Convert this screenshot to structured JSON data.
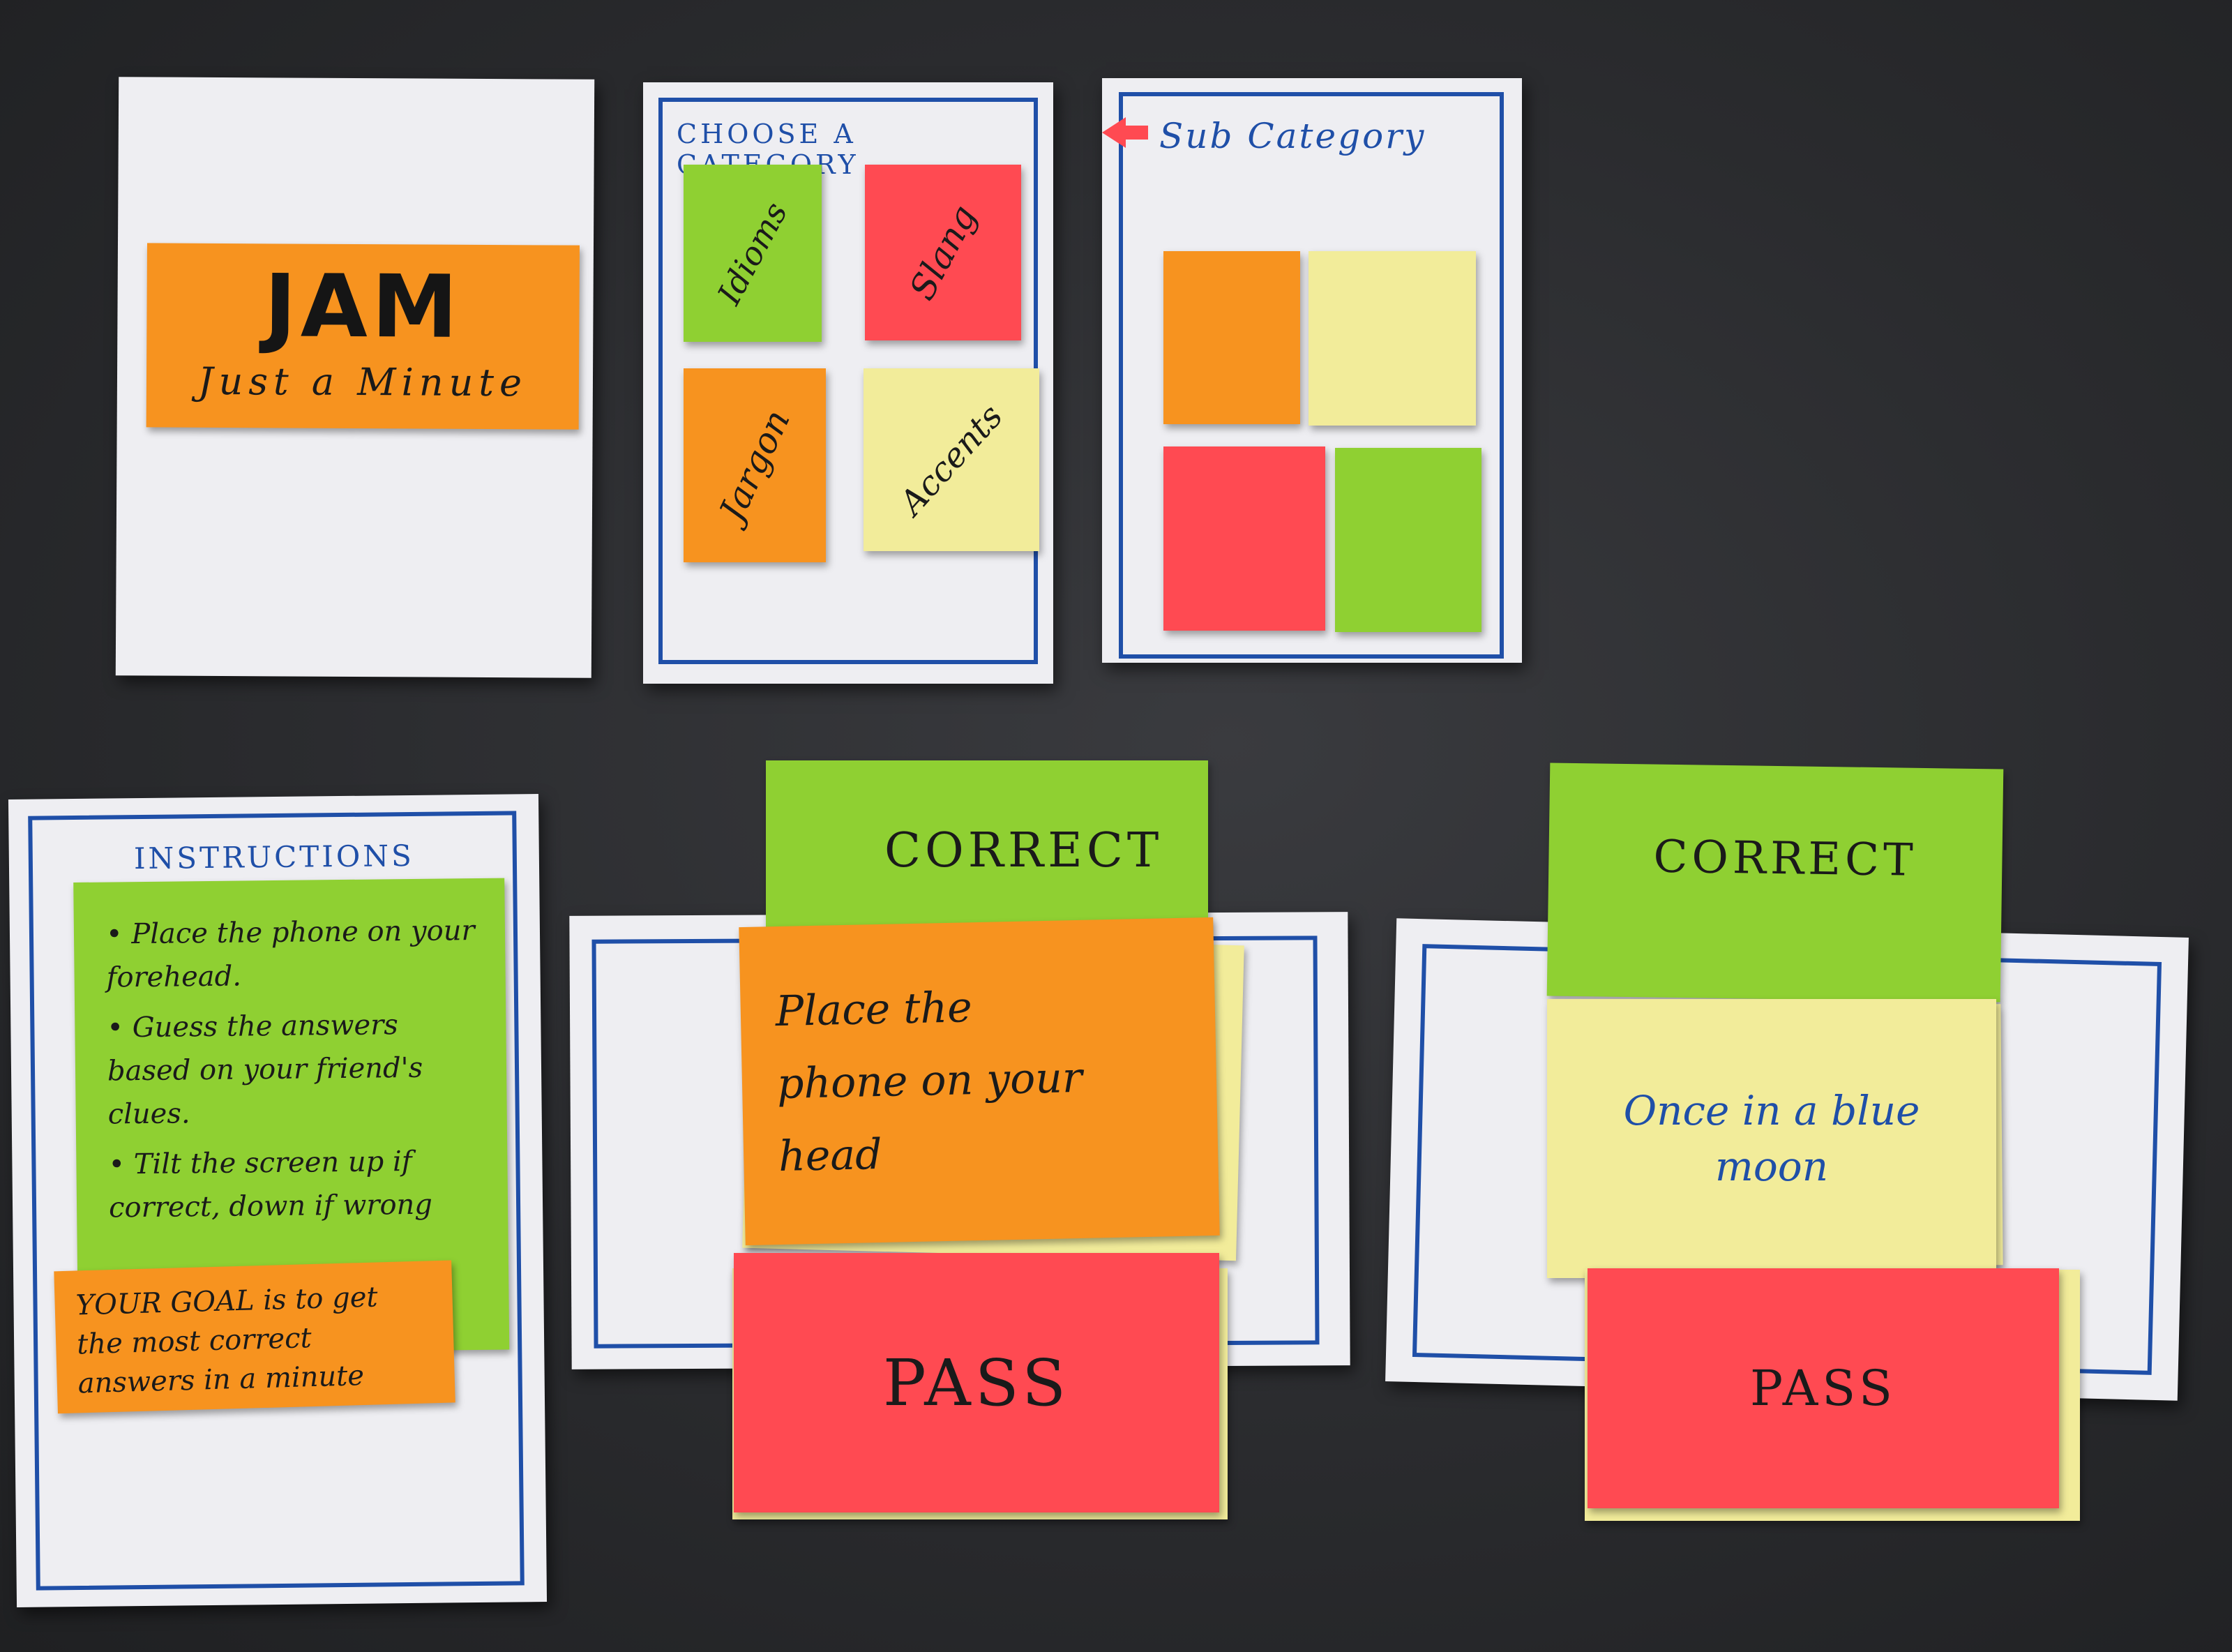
{
  "splash": {
    "title": "JAM",
    "subtitle": "Just a Minute"
  },
  "categories_screen": {
    "heading": "CHOOSE A CATEGORY",
    "tiles": [
      {
        "label": "Idioms",
        "color": "#8fd032"
      },
      {
        "label": "Slang",
        "color": "#ff4a52"
      },
      {
        "label": "Jargon",
        "color": "#f7931f"
      },
      {
        "label": "Accents",
        "color": "#f2ec9a"
      }
    ]
  },
  "subcategory_screen": {
    "heading": "Sub Category",
    "tile_colors": [
      "#f7931f",
      "#f2ec9a",
      "#ff4a52",
      "#8fd032"
    ]
  },
  "instructions_screen": {
    "heading": "INSTRUCTIONS",
    "bullets": [
      "Place the phone on your forehead.",
      "Guess the answers based on your friend's clues.",
      "Tilt the screen up if correct, down if wrong"
    ],
    "goal": "YOUR GOAL is to get the most correct answers in a minute"
  },
  "game_screen_1": {
    "correct_label": "CORRECT",
    "prompt": "Place the phone on your head",
    "pass_label": "PASS"
  },
  "game_screen_2": {
    "correct_label": "CORRECT",
    "prompt": "Once in a blue moon",
    "pass_label": "PASS"
  }
}
